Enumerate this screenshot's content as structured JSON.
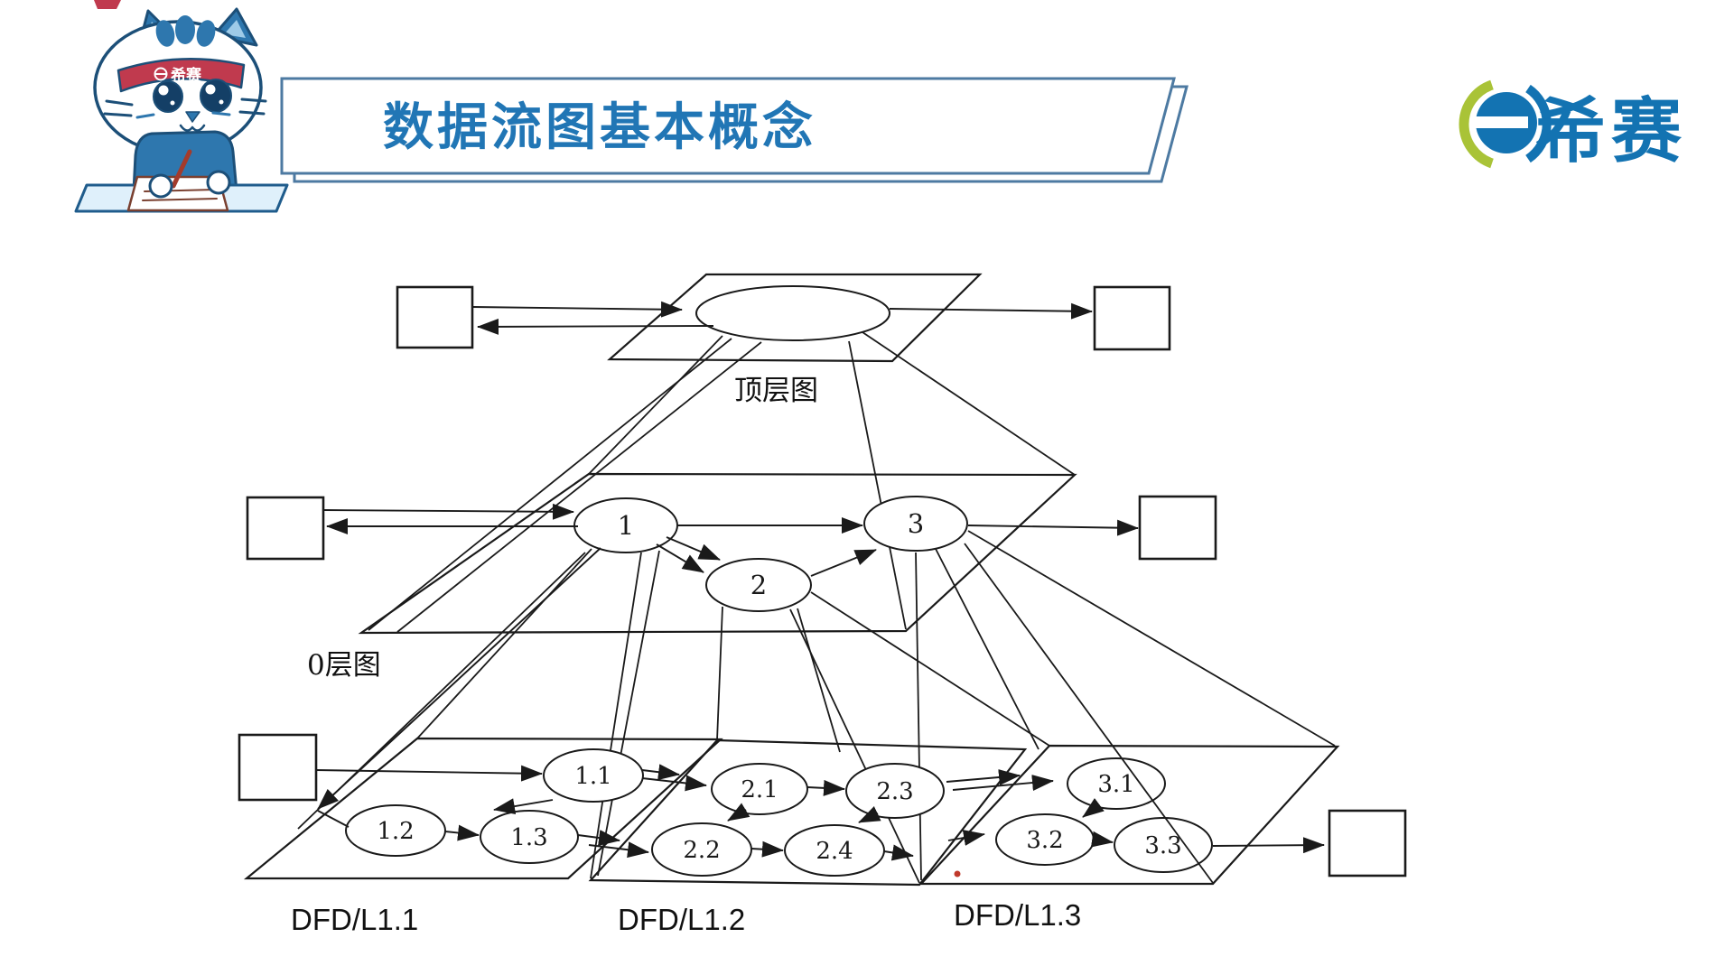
{
  "slide": {
    "title": "数据流图基本概念",
    "mascot": {
      "headband_text": "希赛"
    },
    "logo": {
      "brand_text": "希赛"
    },
    "colors": {
      "title_blue": "#2176b5",
      "banner_border": "#4d7aa2",
      "logo_blue": "#1373b2",
      "logo_green": "#a9c337",
      "diagram_line": "#1a1a1a",
      "mascot_blue": "#2e77ae",
      "mascot_outline": "#1c4f78",
      "headband_red": "#c03a4e",
      "red_dot": "#c0392b"
    }
  },
  "diagram": {
    "top_level": {
      "caption": "顶层图"
    },
    "level0": {
      "caption": "0层图",
      "n1": "1",
      "n2": "2",
      "n3": "3"
    },
    "l11": {
      "caption": "DFD/L1.1",
      "n1": "1.1",
      "n2": "1.2",
      "n3": "1.3"
    },
    "l12": {
      "caption": "DFD/L1.2",
      "n1": "2.1",
      "n2": "2.2",
      "n3": "2.3",
      "n4": "2.4"
    },
    "l13": {
      "caption": "DFD/L1.3",
      "n1": "3.1",
      "n2": "3.2",
      "n3": "3.3"
    }
  }
}
